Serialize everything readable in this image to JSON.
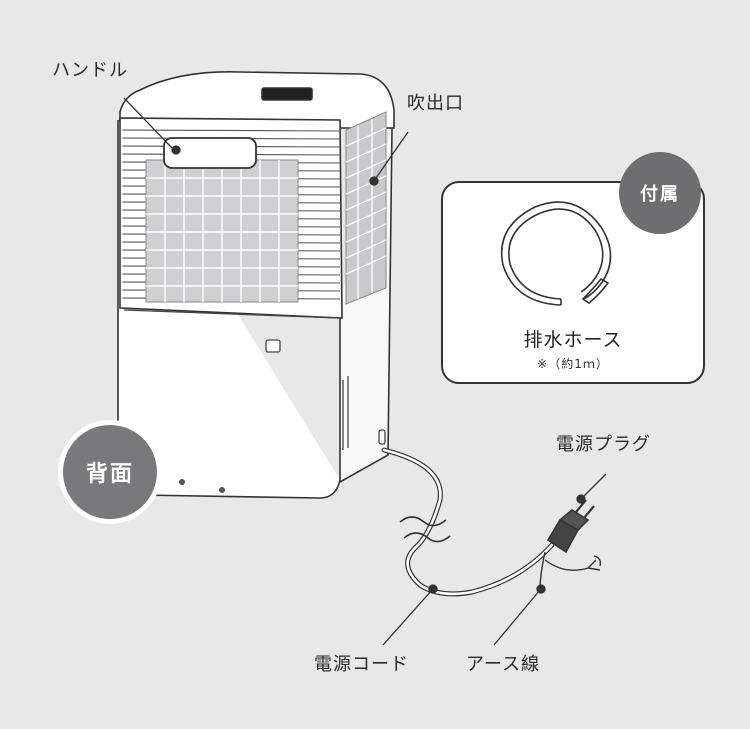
{
  "labels": {
    "handle": "ハンドル",
    "outlet": "吹出口",
    "power_plug": "電源プラグ",
    "power_cord": "電源コード",
    "earth_wire": "アース線"
  },
  "badges": {
    "back": "背面",
    "accessory": "付属"
  },
  "accessory": {
    "name": "排水ホース",
    "note": "※（約1ｍ）"
  },
  "colors": {
    "background": "#e8e8e9",
    "badge_back": "#79797b",
    "badge_accessory": "#6e6e70",
    "line": "#333333"
  }
}
